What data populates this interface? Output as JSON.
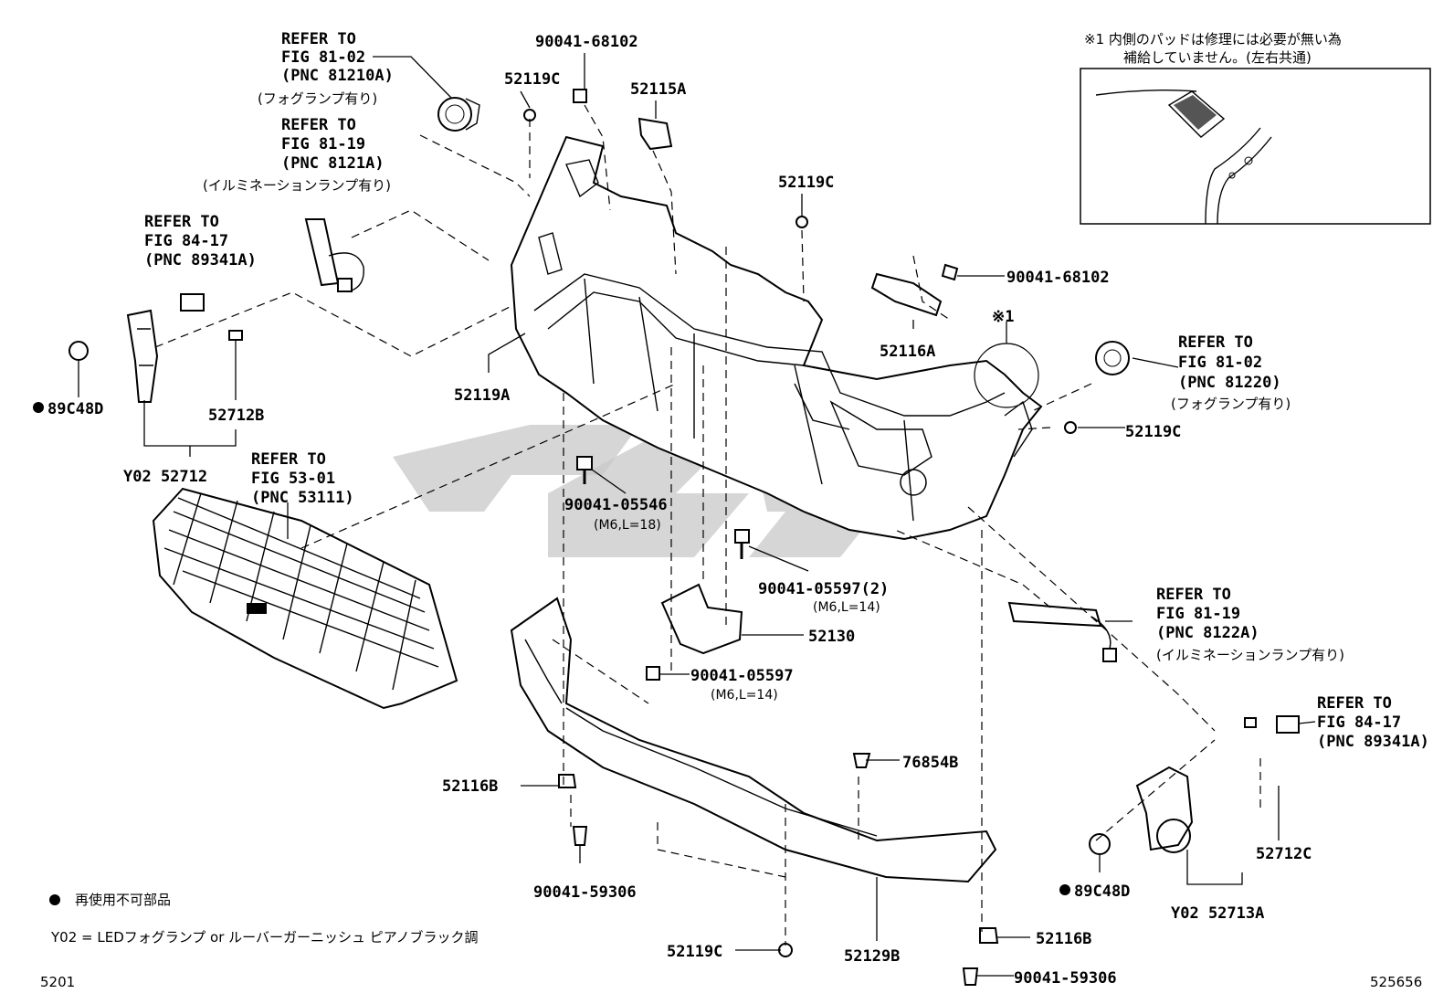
{
  "labels": {
    "ref_fog_left_1": "REFER TO",
    "ref_fog_left_2": "FIG 81-02",
    "ref_fog_left_3": "(PNC 81210A)",
    "ref_fog_left_4": "(フォグランプ有り)",
    "ref_illum_left_1": "REFER TO",
    "ref_illum_left_2": "FIG 81-19",
    "ref_illum_left_3": "(PNC 8121A)",
    "ref_illum_left_4": "(イルミネーションランプ有り)",
    "ref_sensor_left_1": "REFER TO",
    "ref_sensor_left_2": "FIG 84-17",
    "ref_sensor_left_3": "(PNC 89341A)",
    "ref_grille_1": "REFER TO",
    "ref_grille_2": "FIG 53-01",
    "ref_grille_3": "(PNC 53111)",
    "ref_fog_right_1": "REFER TO",
    "ref_fog_right_2": "FIG 81-02",
    "ref_fog_right_3": "(PNC 81220)",
    "ref_fog_right_4": "(フォグランプ有り)",
    "ref_illum_right_1": "REFER TO",
    "ref_illum_right_2": "FIG 81-19",
    "ref_illum_right_3": "(PNC 8122A)",
    "ref_illum_right_4": "(イルミネーションランプ有り)",
    "ref_sensor_right_1": "REFER TO",
    "ref_sensor_right_2": "FIG 84-17",
    "ref_sensor_right_3": "(PNC 89341A)",
    "p_90041_68102_top": "90041-68102",
    "p_52119c_topleft": "52119C",
    "p_52115a": "52115A",
    "p_52119c_center": "52119C",
    "p_90041_68102_right": "90041-68102",
    "p_52116a": "52116A",
    "p_note_mark": "※1",
    "p_52119a": "52119A",
    "p_89c48d_left": "89C48D",
    "p_52712b": "52712B",
    "p_y02_52712": "Y02 52712",
    "p_52119c_right": "52119C",
    "p_90041_05546": "90041-05546",
    "p_90041_05546_spec": "(M6,L=18)",
    "p_90041_05597_2": "90041-05597(2)",
    "p_90041_05597_2_spec": "(M6,L=14)",
    "p_52130": "52130",
    "p_90041_05597": "90041-05597",
    "p_90041_05597_spec": "(M6,L=14)",
    "p_76854b": "76854B",
    "p_52116b_left": "52116B",
    "p_90041_59306_left": "90041-59306",
    "p_52119c_bottom": "52119C",
    "p_52129b": "52129B",
    "p_52116b_right": "52116B",
    "p_90041_59306_right": "90041-59306",
    "p_89c48d_right": "89C48D",
    "p_52712c": "52712C",
    "p_y02_52713a": "Y02 52713A"
  },
  "note": {
    "line1": "※1 内側のパッドは修理には必要が無い為",
    "line2": "補給していません。(左右共通)"
  },
  "legend": {
    "bullet_text": "再使用不可部品",
    "y02_text": "Y02 = LEDフォグランプ or ルーバーガーニッシュ ピアノブラック調"
  },
  "footer": {
    "left_code": "5201",
    "right_code": "525656"
  }
}
